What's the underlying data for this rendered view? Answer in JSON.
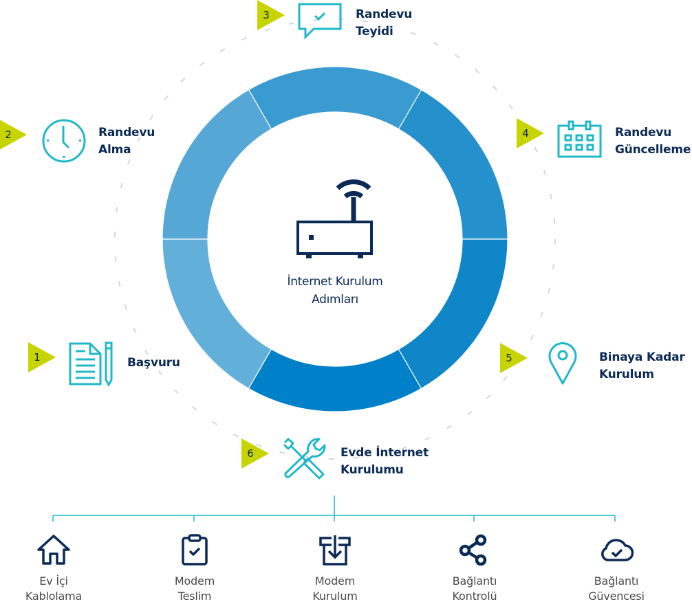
{
  "colors": {
    "marker": "#c8d400",
    "step_icon": "#1fb8c8",
    "text_dark": "#0b2a55",
    "sub_text": "#4a4a4a",
    "connector": "#1fb8c8",
    "dashed_ring": "#d2d8e0",
    "segments": [
      "#2490cc",
      "#3a9bd0",
      "#55a7d6",
      "#62b0da",
      "#0080c8",
      "#0f86c8"
    ]
  },
  "center": {
    "icon": "router-wifi-icon",
    "title_line1": "İnternet Kurulum",
    "title_line2": "Adımları"
  },
  "steps": [
    {
      "number": "1",
      "icon": "document-pencil-icon",
      "label_line1": "Başvuru",
      "label_line2": ""
    },
    {
      "number": "2",
      "icon": "clock-icon",
      "label_line1": "Randevu",
      "label_line2": "Alma"
    },
    {
      "number": "3",
      "icon": "chat-check-icon",
      "label_line1": "Randevu",
      "label_line2": "Teyidi"
    },
    {
      "number": "4",
      "icon": "calendar-icon",
      "label_line1": "Randevu",
      "label_line2": "Güncelleme"
    },
    {
      "number": "5",
      "icon": "location-pin-icon",
      "label_line1": "Binaya Kadar",
      "label_line2": "Kurulum"
    },
    {
      "number": "6",
      "icon": "tools-icon",
      "label_line1": "Evde İnternet",
      "label_line2": "Kurulumu"
    }
  ],
  "sub_steps": [
    {
      "icon": "house-icon",
      "label_line1": "Ev İçi",
      "label_line2": "Kablolama"
    },
    {
      "icon": "clipboard-check-icon",
      "label_line1": "Modem",
      "label_line2": "Teslim"
    },
    {
      "icon": "box-download-icon",
      "label_line1": "Modem",
      "label_line2": "Kurulum"
    },
    {
      "icon": "share-nodes-icon",
      "label_line1": "Bağlantı",
      "label_line2": "Kontrolü"
    },
    {
      "icon": "cloud-check-icon",
      "label_line1": "Bağlantı",
      "label_line2": "Güvencesi"
    }
  ]
}
